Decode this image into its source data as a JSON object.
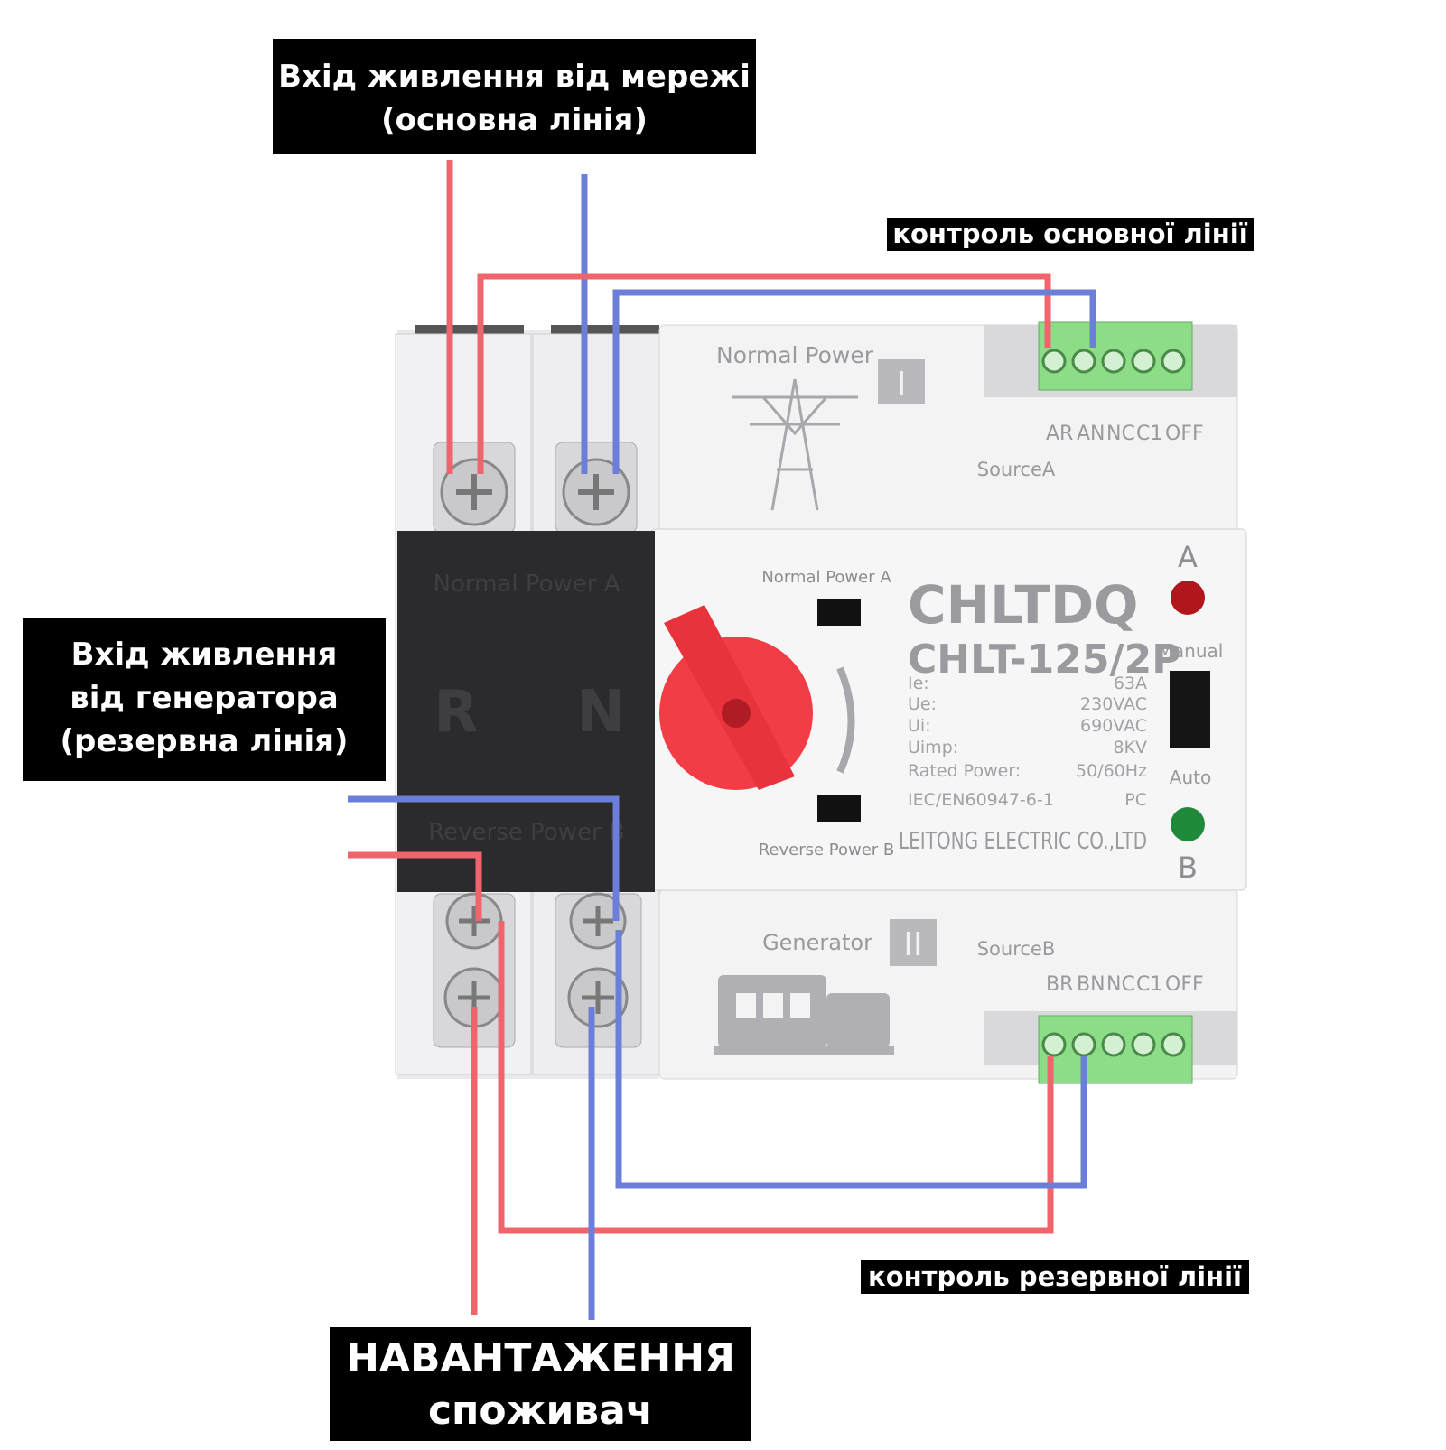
{
  "labels": {
    "grid_input": [
      "Вхід живлення від мережі",
      "(основна лінія)"
    ],
    "generator_input": [
      "Вхід живлення",
      "від генератора",
      "(резервна лінія)"
    ],
    "control_main": "контроль основної лінії",
    "control_reserve": "контроль резервної лінії",
    "load": [
      "НАВАНТАЖЕННЯ",
      "споживач"
    ]
  },
  "device": {
    "brand": "CHLTDQ",
    "model": "CHLT-125/2P",
    "manufacturer": "LEITONG ELECTRIC CO.,LTD",
    "normal_power_top": "Normal Power",
    "roman_one": "I",
    "roman_two": "II",
    "source_a": "SourceA",
    "source_b": "SourceB",
    "generator": "Generator",
    "terminals_a": [
      "AR",
      "AN",
      "NC",
      "C1",
      "OFF"
    ],
    "terminals_b": [
      "BR",
      "BN",
      "NC",
      "C1",
      "OFF"
    ],
    "cover_top": "Normal Power A",
    "cover_bottom": "Reverse Power B",
    "cover_r": "R",
    "cover_n": "N",
    "switch_top": "Normal Power A",
    "switch_bottom": "Reverse Power B",
    "indicator_a": "A",
    "indicator_b": "B",
    "manual": "Manual",
    "auto": "Auto",
    "specs": [
      {
        "key": "Ie:",
        "value": "63A"
      },
      {
        "key": "Ue:",
        "value": "230VAC"
      },
      {
        "key": "Ui:",
        "value": "690VAC"
      },
      {
        "key": "Uimp:",
        "value": "8KV"
      },
      {
        "key": "Rated Power:",
        "value": "50/60Hz"
      },
      {
        "key": "IEC/EN60947-6-1",
        "value": "PC"
      }
    ]
  },
  "colors": {
    "phase_wire": "#f0646e",
    "neutral_wire": "#6b7fd8",
    "terminal_block": "#8ddc88",
    "knob": "#f23c46",
    "led_a": "#b0161c",
    "led_b": "#1f8a3a",
    "callout_bg": "#000000"
  }
}
